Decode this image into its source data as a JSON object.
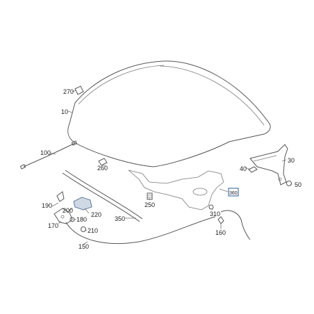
{
  "diagram": {
    "labels": {
      "p10": "10",
      "p30": "30",
      "p40": "40",
      "p50": "50",
      "p100": "100",
      "p150": "150",
      "p160": "160",
      "p170": "170",
      "p180": "180",
      "p190": "190",
      "p200": "200",
      "p210": "210",
      "p220": "220",
      "p250": "250",
      "p260": "260",
      "p270": "270",
      "p310": "310",
      "p350": "350",
      "p360": "360"
    },
    "colors": {
      "line": "#555555",
      "highlight_fill": "#cfd9e6",
      "highlight_stroke": "#4a6a8a",
      "label_box": "#2a5a9a"
    }
  }
}
